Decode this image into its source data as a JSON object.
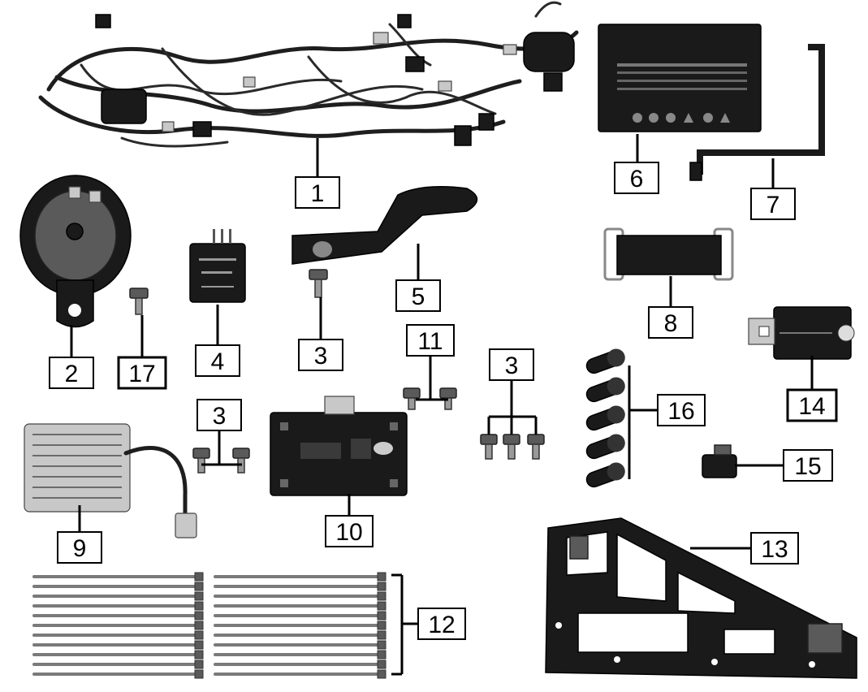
{
  "callouts": {
    "c1": "1",
    "c2": "2",
    "c3a": "3",
    "c3b": "3",
    "c3c": "3",
    "c4": "4",
    "c5": "5",
    "c6": "6",
    "c7": "7",
    "c8": "8",
    "c9": "9",
    "c10": "10",
    "c11": "11",
    "c12": "12",
    "c13": "13",
    "c14": "14",
    "c15": "15",
    "c16": "16",
    "c17": "17"
  },
  "icons": {
    "wiring_harness": "wiring-harness-icon",
    "horn": "horn-icon",
    "flasher_relay": "flasher-relay-icon",
    "bracket": "bracket-icon",
    "battery": "battery-icon",
    "battery_holder": "battery-holder-icon",
    "battery_strap": "battery-strap-icon",
    "regulator": "regulator-rectifier-icon",
    "cdi": "cdi-unit-icon",
    "cable_ties": "cable-tie-icon",
    "electrical_board": "electrical-board-icon",
    "relay": "starter-relay-icon",
    "connector": "connector-icon",
    "terminal_caps": "terminal-cap-icon",
    "bolt": "bolt-icon"
  }
}
